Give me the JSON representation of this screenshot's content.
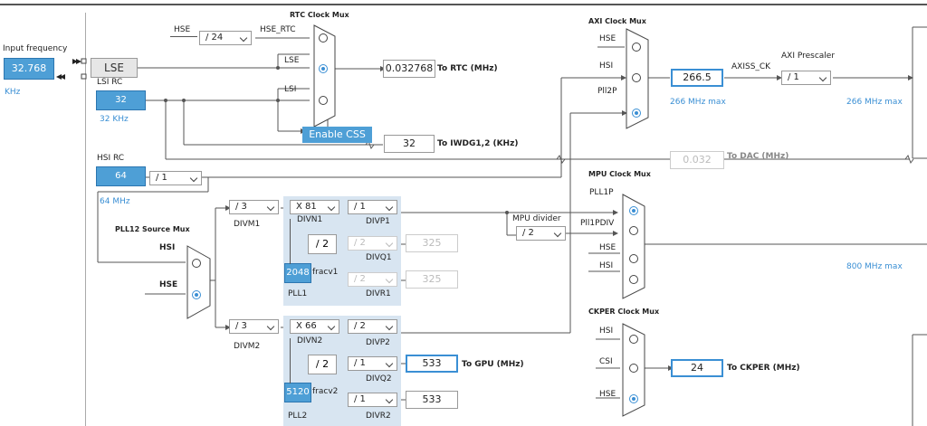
{
  "input": {
    "title": "Input frequency",
    "value": "32.768",
    "unit": "KHz"
  },
  "lse": {
    "label": "LSE"
  },
  "lsi": {
    "title": "LSI RC",
    "value": "32",
    "sub": "32 KHz"
  },
  "hsi": {
    "title": "HSI RC",
    "value": "64",
    "div": "/ 1",
    "sub": "64 MHz"
  },
  "rtc": {
    "title": "RTC Clock Mux",
    "hse_div": "/ 24",
    "hse": "HSE",
    "hse_rtc": "HSE_RTC",
    "lse": "LSE",
    "lsi": "LSI",
    "out": "0.032768",
    "out_label": "To RTC (MHz)",
    "css": "Enable CSS"
  },
  "iwdg": {
    "value": "32",
    "label": "To IWDG1,2 (KHz)"
  },
  "dac": {
    "value": "0.032",
    "label": "To DAC (MHz)"
  },
  "axi": {
    "title": "AXI Clock Mux",
    "hse": "HSE",
    "hsi": "HSI",
    "pll2p": "Pll2P",
    "value": "266.5",
    "max": "266 MHz max",
    "axiss": "AXISS_CK",
    "prescaler_title": "AXI Prescaler",
    "prescaler": "/ 1",
    "max2": "266 MHz max"
  },
  "mpu": {
    "title": "MPU Clock Mux",
    "pll1p": "PLL1P",
    "pll1pdiv": "Pll1PDIV",
    "hse": "HSE",
    "hsi": "HSI",
    "max": "800 MHz max",
    "divider_title": "MPU divider",
    "divider": "/ 2"
  },
  "pll12": {
    "title": "PLL12 Source Mux",
    "hsi": "HSI",
    "hse": "HSE"
  },
  "pll1": {
    "divm": "/ 3",
    "divm_label": "DIVM1",
    "divn": "X 81",
    "divn_label": "DIVN1",
    "frac_div": "/ 2",
    "frac": "2048",
    "frac_label": "fracv1",
    "name": "PLL1",
    "divp": "/ 1",
    "divp_label": "DIVP1",
    "divq": "/ 2",
    "divq_label": "DIVQ1",
    "q_val": "325",
    "divr": "/ 2",
    "divr_label": "DIVR1",
    "r_val": "325"
  },
  "pll2": {
    "divm": "/ 3",
    "divm_label": "DIVM2",
    "divn": "X 66",
    "divn_label": "DIVN2",
    "frac_div": "/ 2",
    "frac": "5120",
    "frac_label": "fracv2",
    "name": "PLL2",
    "divp": "/ 2",
    "divp_label": "DIVP2",
    "divq": "/ 1",
    "divq_label": "DIVQ2",
    "q_val": "533",
    "q_label": "To GPU (MHz)",
    "divr": "/ 1",
    "divr_label": "DIVR2",
    "r_val": "533"
  },
  "ckper": {
    "title": "CKPER Clock Mux",
    "hsi": "HSI",
    "csi": "CSI",
    "hse": "HSE",
    "value": "24",
    "label": "To CKPER (MHz)"
  }
}
